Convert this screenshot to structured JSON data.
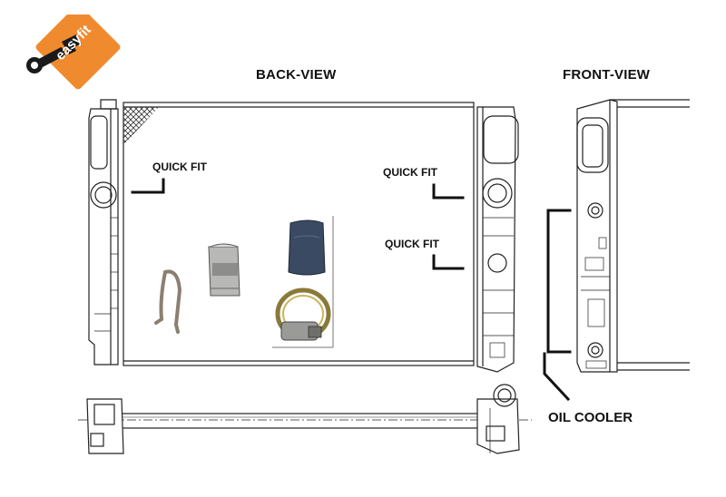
{
  "logo": {
    "text": "easyfit",
    "color": "#f08a2e",
    "icon": "wrench-icon"
  },
  "views": {
    "back": "BACK-VIEW",
    "front": "FRONT-VIEW"
  },
  "callouts": {
    "quick_fit_left": "QUICK FIT",
    "quick_fit_right_upper": "QUICK FIT",
    "quick_fit_right_lower": "QUICK FIT",
    "oil_cooler": "OIL COOLER"
  },
  "colors": {
    "line": "#222222",
    "accent": "#f08a2e"
  }
}
